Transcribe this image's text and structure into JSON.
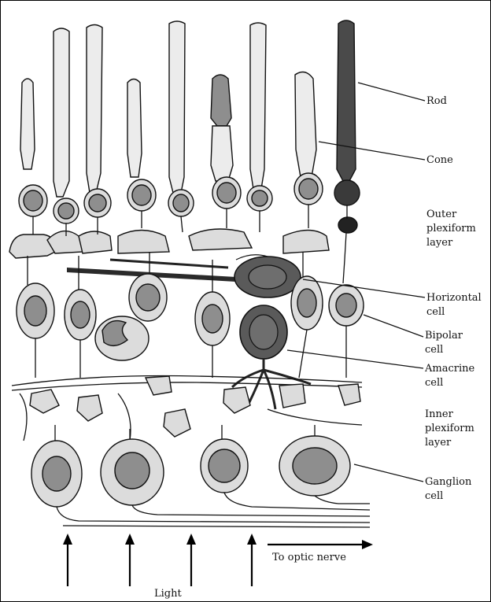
{
  "labels": {
    "rod": "Rod",
    "cone": "Cone",
    "outer_plexiform_1": "Outer",
    "outer_plexiform_2": "plexiform",
    "outer_plexiform_3": "layer",
    "horizontal_1": "Horizontal",
    "horizontal_2": "cell",
    "bipolar_1": "Bipolar",
    "bipolar_2": "cell",
    "amacrine_1": "Amacrine",
    "amacrine_2": "cell",
    "inner_plexiform_1": "Inner",
    "inner_plexiform_2": "plexiform",
    "inner_plexiform_3": "layer",
    "ganglion_1": "Ganglion",
    "ganglion_2": "cell",
    "optic_nerve": "To optic nerve",
    "light": "Light"
  },
  "colors": {
    "outline": "#111111",
    "cell_fill": "#dcdcdc",
    "nucleus": "#8e8e8e",
    "rod_dark": "#4a4a4a",
    "horizontal_fill": "#5a5a5a"
  }
}
